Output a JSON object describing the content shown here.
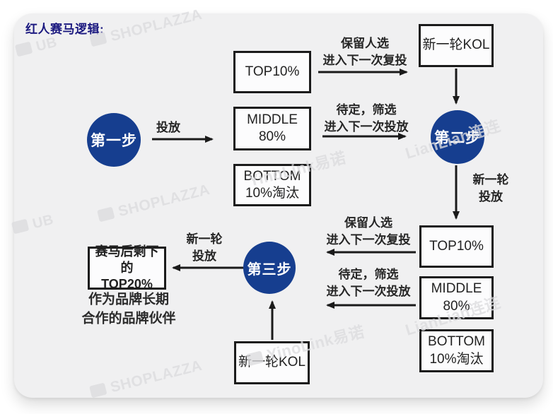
{
  "title": "红人赛马逻辑:",
  "colors": {
    "step_circle_blue": "#163e8f",
    "title_navy": "#1c1a80",
    "box_border_black": "#1b1b1b",
    "arrow_black": "#1a1a1a",
    "card_background": "#f0f0f1"
  },
  "steps": {
    "one": "第一步",
    "two": "第二步",
    "three": "第三步"
  },
  "labels": {
    "launch": "投放",
    "keep": "保留人选\n进入下一次复投",
    "pending": "待定，筛选\n进入下一次投放",
    "new_round": "新一轮\n投放"
  },
  "round1": {
    "top": "TOP10%",
    "middle": "MIDDLE\n80%",
    "bottom": "BOTTOM\n10%淘汰"
  },
  "round2": {
    "top": "TOP10%",
    "middle": "MIDDLE\n80%",
    "bottom": "BOTTOM\n10%淘汰"
  },
  "new_kol_box_top": "新一轮KOL",
  "new_kol_box_bottom": "新一轮KOL",
  "result_box": "赛马后剩下的\nTOP20%",
  "result_note": "作为品牌长期\n合作的品牌伙伴",
  "watermarks": [
    {
      "text": "SHOPLAZZA"
    },
    {
      "text": "UB"
    },
    {
      "text": "SHOPLAZZA"
    },
    {
      "text": "UB"
    },
    {
      "text": "LianLian连连"
    },
    {
      "text": "YinoLink易诺"
    },
    {
      "text": "LianLian连连"
    },
    {
      "text": "YinoLink易诺"
    },
    {
      "text": "SHOPLAZZA"
    }
  ]
}
